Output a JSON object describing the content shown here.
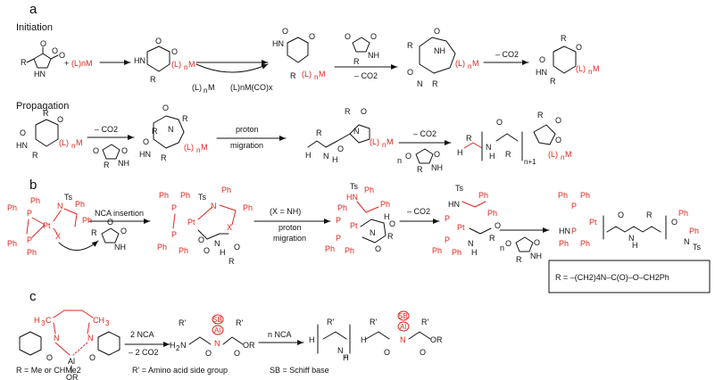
{
  "panel_a": {
    "letter": "a",
    "initiation": "Initiation",
    "propagation": "Propagation",
    "catalyst": "(L)nM",
    "byproduct": "(L)nM(CO)x",
    "minus_co2": "– CO2",
    "proton_migration_1": "proton",
    "proton_migration_2": "migration",
    "n": "n",
    "n_plus_1": "n+1"
  },
  "panel_b": {
    "letter": "b",
    "nca_insertion": "NCA insertion",
    "x_eq_nh": "(X = NH)",
    "proton_migration_1": "proton",
    "proton_migration_2": "migration",
    "minus_co2": "– CO2",
    "n": "n",
    "r_def": "R = –(CH2)4N–C(O)–O–CH2Ph"
  },
  "panel_c": {
    "letter": "c",
    "reagent": "2 NCA",
    "minus_co2": "– 2 CO2",
    "reagent_n": "n NCA",
    "note_r": "R = Me or CHMe2",
    "note_rp": "R' = Amino acid side group",
    "note_sb": "SB = Schiff base"
  }
}
